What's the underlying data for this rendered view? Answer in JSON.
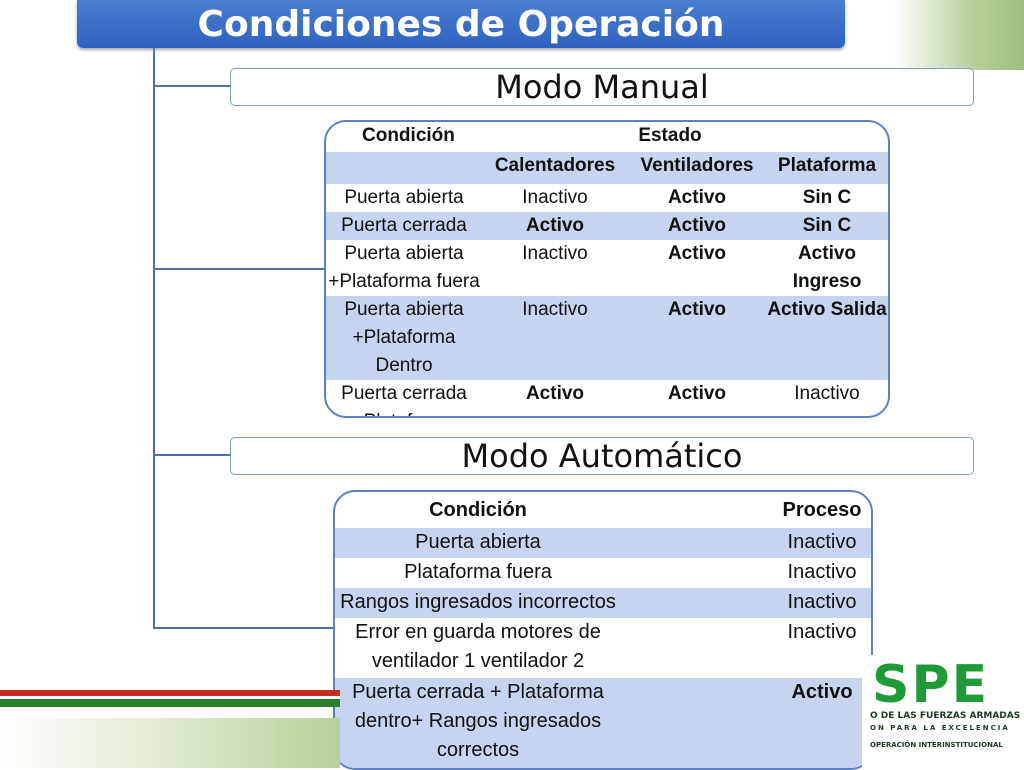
{
  "title": "Condiciones de Operación",
  "sections": {
    "manual_title": "Modo Manual",
    "auto_title": "Modo Automático"
  },
  "manual_table": {
    "header_condition": "Condición",
    "header_state": "Estado",
    "subheaders": [
      "Calentadores",
      "Ventiladores",
      "Plataforma"
    ],
    "rows": [
      {
        "condition": [
          "Puerta abierta"
        ],
        "cells": [
          "Inactivo",
          "Activo",
          "Sin C"
        ],
        "bold": [
          false,
          true,
          true
        ]
      },
      {
        "condition": [
          "Puerta cerrada"
        ],
        "cells": [
          "Activo",
          "Activo",
          "Sin C"
        ],
        "bold": [
          true,
          true,
          true
        ]
      },
      {
        "condition": [
          "Puerta abierta",
          "+Plataforma fuera"
        ],
        "cells": [
          "Inactivo",
          "Activo",
          "Activo Ingreso"
        ],
        "bold": [
          false,
          true,
          true
        ]
      },
      {
        "condition": [
          "Puerta abierta",
          "+Plataforma Dentro"
        ],
        "cells": [
          "Inactivo",
          "Activo",
          "Activo Salida"
        ],
        "bold": [
          false,
          true,
          true
        ]
      },
      {
        "condition": [
          "Puerta cerrada",
          "+Plataforma Dentro"
        ],
        "cells": [
          "Activo",
          "Activo",
          "Inactivo"
        ],
        "bold": [
          true,
          true,
          false
        ]
      }
    ]
  },
  "auto_table": {
    "header_condition": "Condición",
    "header_process": "Proceso",
    "rows": [
      {
        "condition": [
          "Puerta abierta"
        ],
        "process": "Inactivo",
        "bold": false
      },
      {
        "condition": [
          "Plataforma fuera"
        ],
        "process": "Inactivo",
        "bold": false
      },
      {
        "condition": [
          "Rangos ingresados incorrectos"
        ],
        "process": "Inactivo",
        "bold": false
      },
      {
        "condition": [
          "Error en guarda motores de",
          "ventilador 1 ventilador 2"
        ],
        "process": "Inactivo",
        "bold": false
      },
      {
        "condition": [
          "Puerta cerrada + Plataforma",
          "dentro+ Rangos ingresados",
          "correctos"
        ],
        "process": "Activo",
        "bold": true
      }
    ]
  },
  "logo": {
    "letters": "SPE",
    "line1": "O DE LAS FUERZAS ARMADAS",
    "line2": "ON PARA LA EXCELENCIA",
    "line3": "OPERACIÓN INTERINSTITUCIONAL"
  },
  "colors": {
    "title_blue": "#2e62bf",
    "row_shade": "#c7d4ef",
    "border_blue": "#5f80c2",
    "logo_green": "#1f9a36"
  }
}
